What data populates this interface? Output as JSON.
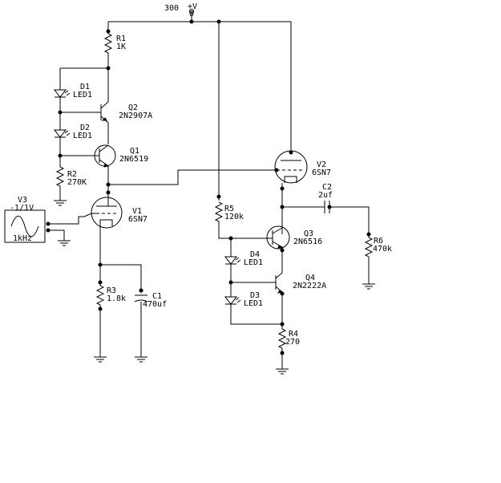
{
  "supply": {
    "voltage": "300",
    "symbol": "+V",
    "node": "0"
  },
  "components": {
    "r1": {
      "ref": "R1",
      "value": "1K"
    },
    "d1": {
      "ref": "D1",
      "value": "LED1"
    },
    "q2": {
      "ref": "Q2",
      "value": "2N2907A"
    },
    "d2": {
      "ref": "D2",
      "value": "LED1"
    },
    "q1": {
      "ref": "Q1",
      "value": "2N6519"
    },
    "r2": {
      "ref": "R2",
      "value": "270K"
    },
    "v3": {
      "ref": "V3",
      "value": "-1/1V",
      "freq": "1kHz"
    },
    "v1": {
      "ref": "V1",
      "value": "6SN7"
    },
    "r3": {
      "ref": "R3",
      "value": "1.8k"
    },
    "c1": {
      "ref": "C1",
      "value": "470uf",
      "polarity": "+"
    },
    "v2": {
      "ref": "V2",
      "value": "6SN7"
    },
    "c2": {
      "ref": "C2",
      "value": "2uf"
    },
    "r5": {
      "ref": "R5",
      "value": "120k"
    },
    "q3": {
      "ref": "Q3",
      "value": "2N6516"
    },
    "r6": {
      "ref": "R6",
      "value": "470k"
    },
    "d4": {
      "ref": "D4",
      "value": "LED1"
    },
    "q4": {
      "ref": "Q4",
      "value": "2N2222A"
    },
    "d3": {
      "ref": "D3",
      "value": "LED1"
    },
    "r4": {
      "ref": "R4",
      "value": "270"
    }
  }
}
